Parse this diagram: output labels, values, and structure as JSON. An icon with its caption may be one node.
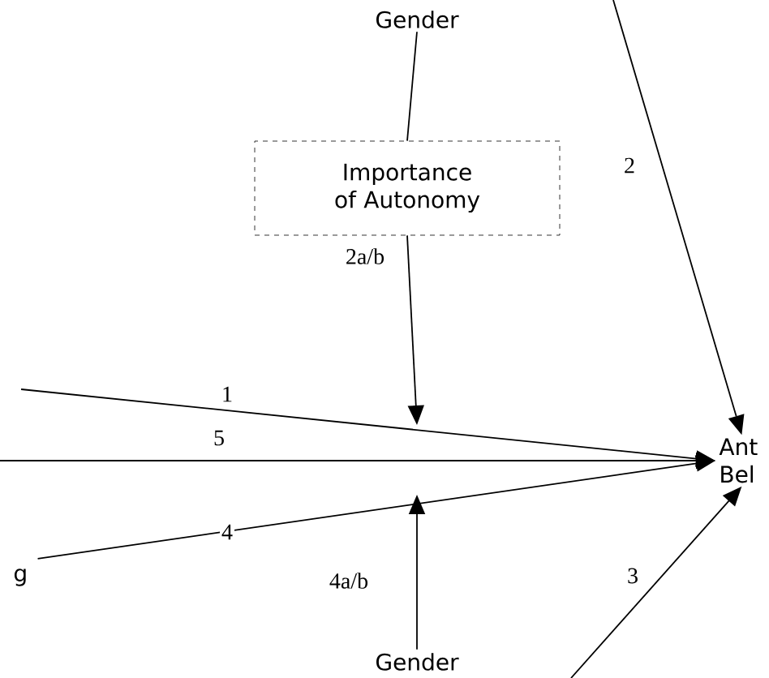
{
  "diagram": {
    "nodes": [
      {
        "text": [
          "Gender"
        ]
      },
      {
        "text": [
          "Importance of Autonomy"
        ]
      },
      {
        "text": [
          "Ant Bel"
        ]
      },
      {
        "text": [
          "g"
        ]
      },
      {
        "text": [
          "Gender"
        ]
      }
    ],
    "edges": [
      {
        "from": 0,
        "to": 1,
        "arrow": "none"
      },
      {
        "from": 1,
        "to": null,
        "arrow": "to",
        "label": "2a/b"
      },
      {
        "from": null,
        "to": 2,
        "arrow": "to",
        "label": "1"
      },
      {
        "from": null,
        "to": 2,
        "arrow": "to",
        "label": "5"
      },
      {
        "from": 3,
        "to": 2,
        "arrow": "to",
        "label": "4"
      },
      {
        "from": 4,
        "to": null,
        "arrow": "to",
        "label": "4a/b"
      },
      {
        "from": null,
        "to": 2,
        "arrow": "to",
        "label": "2"
      },
      {
        "from": null,
        "to": 2,
        "arrow": "to",
        "label": "3"
      }
    ]
  }
}
